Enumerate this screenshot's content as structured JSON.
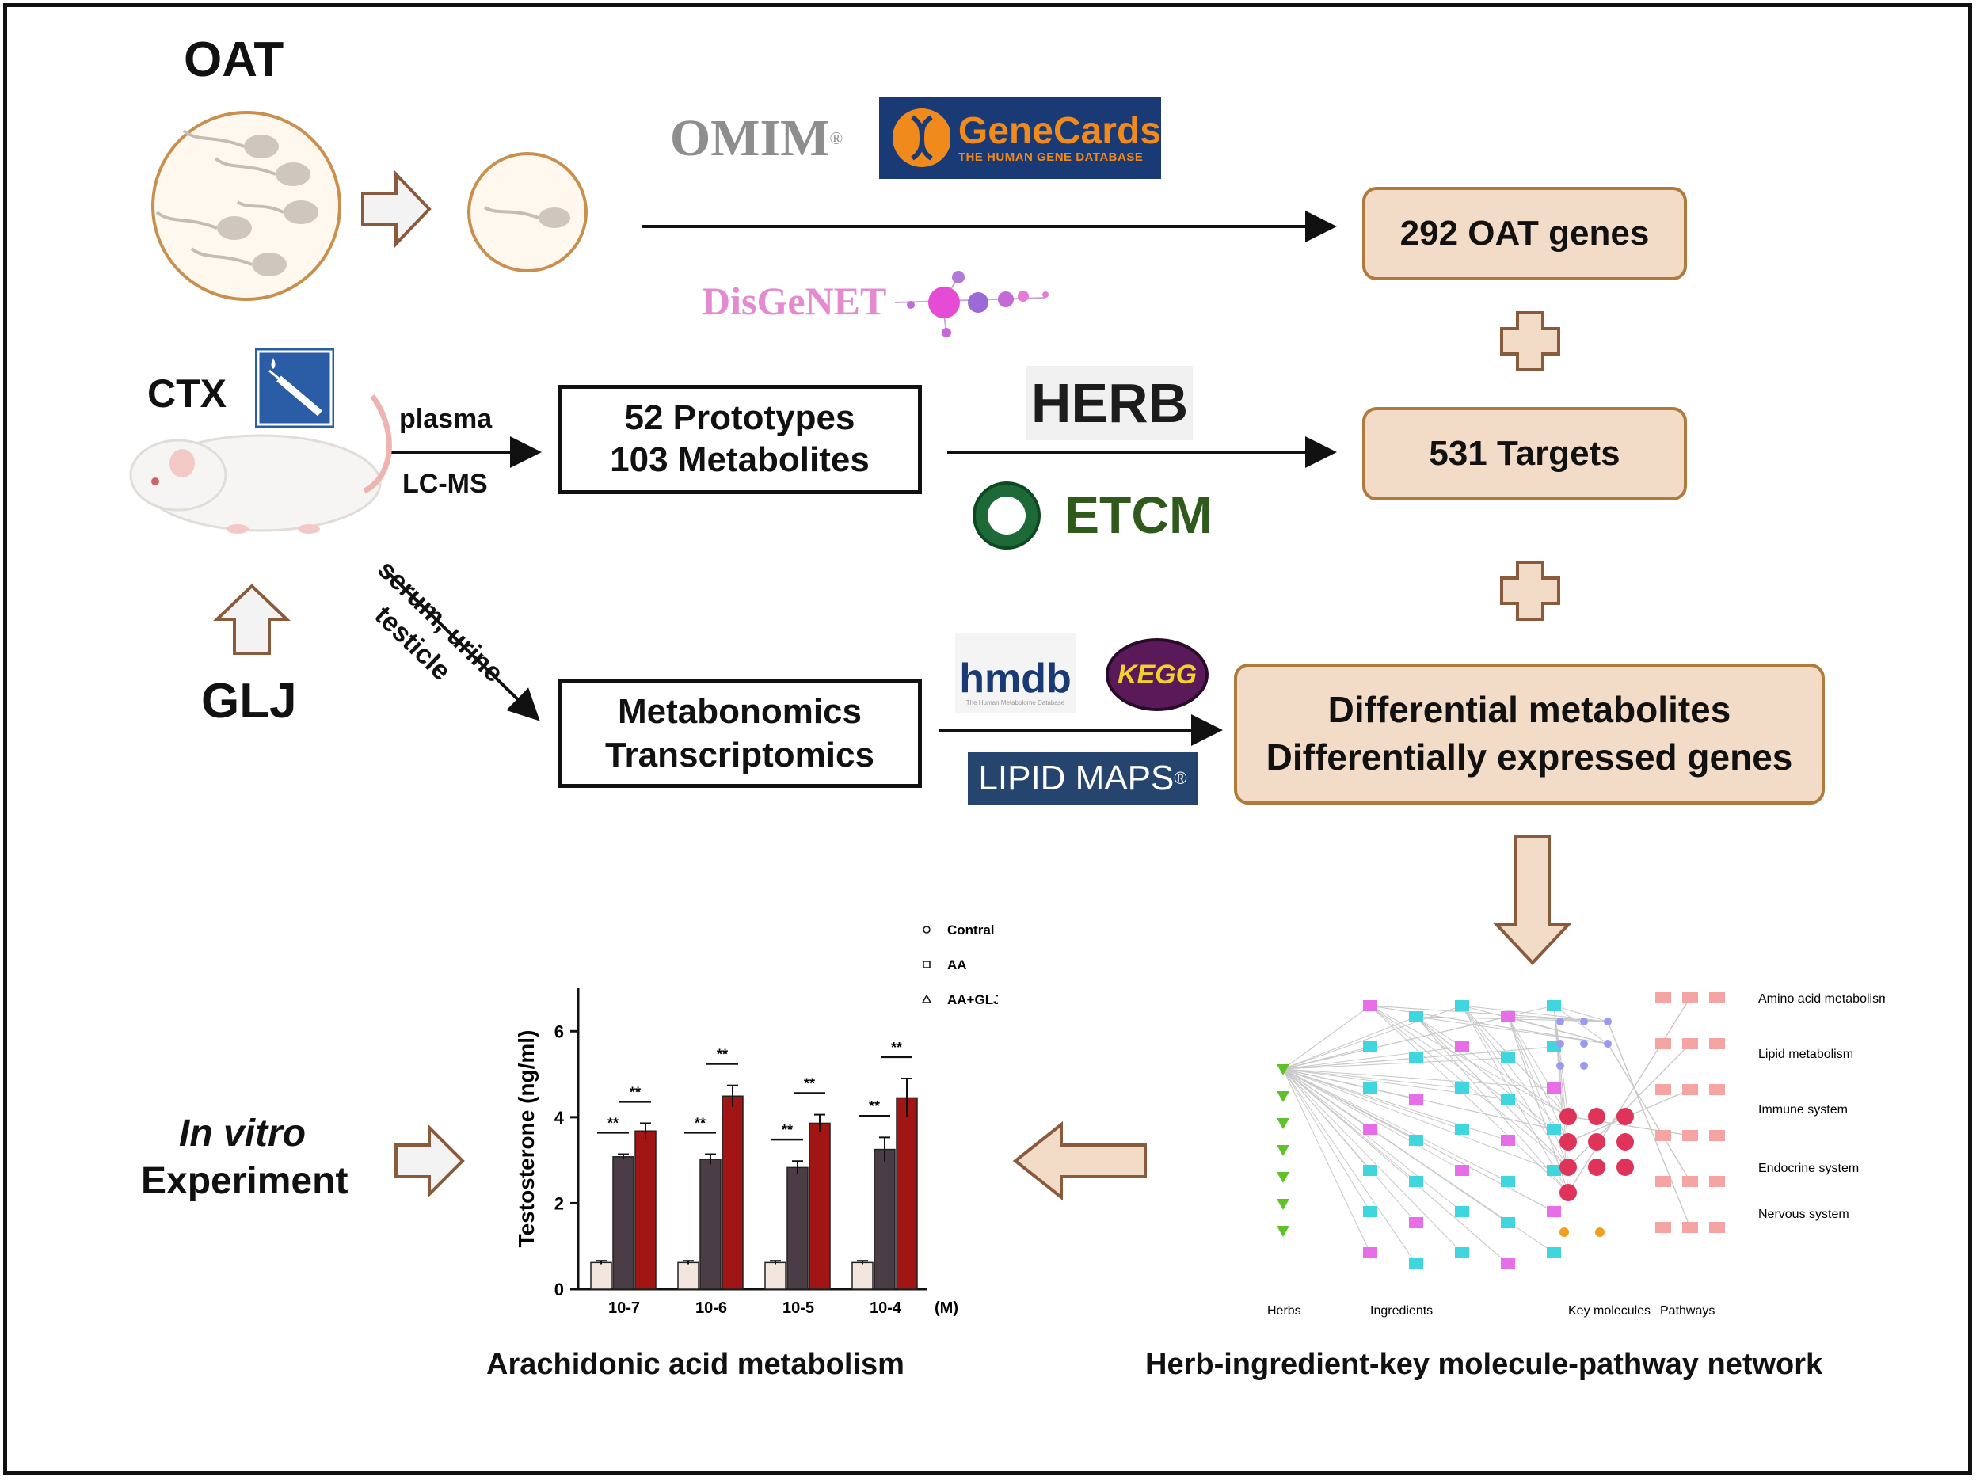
{
  "labels": {
    "oat": "OAT",
    "ctx": "CTX",
    "glj": "GLJ",
    "plasma": "plasma",
    "lcms": "LC-MS",
    "serum_urine": "serum, urine",
    "testicle": "testicle",
    "in_vitro": "In vitro",
    "experiment": "Experiment"
  },
  "boxes": {
    "prototypes_line1": "52 Prototypes",
    "prototypes_line2": "103 Metabolites",
    "omics_line1": "Metabonomics",
    "omics_line2": "Transcriptomics",
    "oat_genes": "292 OAT genes",
    "targets": "531 Targets",
    "diff_line1": "Differential metabolites",
    "diff_line2": "Differentially expressed genes"
  },
  "databases": {
    "omim": "OMIM",
    "genecards": "GeneCards",
    "genecards_sub": "THE HUMAN GENE DATABASE",
    "disgenet": "DisGeNET",
    "herb": "HERB",
    "etcm": "ETCM",
    "hmdb": "hmdb",
    "hmdb_sub": "The Human Metabolome Database",
    "kegg": "KEGG",
    "lipidmaps": "LIPID MAPS"
  },
  "captions": {
    "chart": "Arachidonic acid metabolism",
    "network": "Herb-ingredient-key molecule-pathway network"
  },
  "network": {
    "pathways": [
      "Amino acid metabolism",
      "Lipid metabolism",
      "Immune system",
      "Endocrine system",
      "Nervous system"
    ],
    "columns": [
      "Herbs",
      "Ingredients",
      "Key molecules",
      "Pathways"
    ]
  },
  "chart_data": {
    "type": "bar",
    "ylabel": "Testosterone (ng/ml)",
    "ylim": [
      0,
      7
    ],
    "yticks": [
      0,
      2,
      4,
      6
    ],
    "x_unit": "(M)",
    "categories": [
      "10-7",
      "10-6",
      "10-5",
      "10-4"
    ],
    "series": [
      {
        "name": "Contral",
        "values": [
          0.62,
          0.62,
          0.62,
          0.62
        ],
        "color": "#f3e6df",
        "errors": [
          0.04,
          0.04,
          0.04,
          0.04
        ]
      },
      {
        "name": "AA",
        "values": [
          3.08,
          3.02,
          2.83,
          3.25
        ],
        "color": "#4b3d45",
        "errors": [
          0.06,
          0.12,
          0.15,
          0.28
        ]
      },
      {
        "name": "AA+GLJ",
        "values": [
          3.68,
          4.49,
          3.86,
          4.45
        ],
        "color": "#a11515",
        "errors": [
          0.18,
          0.25,
          0.2,
          0.45
        ]
      }
    ],
    "significance": [
      "**",
      "**"
    ],
    "legend_position": "top-right"
  }
}
